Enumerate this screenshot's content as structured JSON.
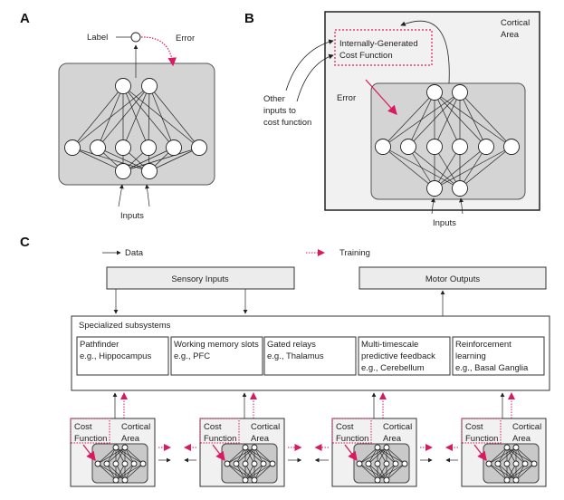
{
  "panel_a": {
    "letter": "A",
    "label": "Label",
    "error": "Error",
    "inputs": "Inputs"
  },
  "panel_b": {
    "letter": "B",
    "cortical_1": "Cortical",
    "cortical_2": "Area",
    "cost_1": "Internally-Generated",
    "cost_2": "Cost Function",
    "other_1": "Other",
    "other_2": "inputs to",
    "other_3": "cost function",
    "error": "Error",
    "inputs": "Inputs"
  },
  "panel_c": {
    "letter": "C",
    "legend_data": "Data",
    "legend_training": "Training",
    "sensory": "Sensory Inputs",
    "motor": "Motor Outputs",
    "subsystems_title": "Specialized subsystems",
    "subsystems": [
      {
        "l1": "Pathfinder",
        "l2": "e.g., Hippocampus",
        "l3": ""
      },
      {
        "l1": "Working memory slots",
        "l2": "e.g., PFC",
        "l3": ""
      },
      {
        "l1": "Gated relays",
        "l2": "e.g., Thalamus",
        "l3": ""
      },
      {
        "l1": "Multi-timescale",
        "l2": "predictive feedback",
        "l3": "e.g., Cerebellum"
      },
      {
        "l1": "Reinforcement",
        "l2": "learning",
        "l3": "e.g., Basal Ganglia"
      }
    ],
    "module": {
      "cost_1": "Cost",
      "cost_2": "Function",
      "area_1": "Cortical",
      "area_2": "Area"
    }
  },
  "colors": {
    "training": "#d81b60",
    "gray": "#d4d4d4",
    "light": "#f1f1f1"
  }
}
